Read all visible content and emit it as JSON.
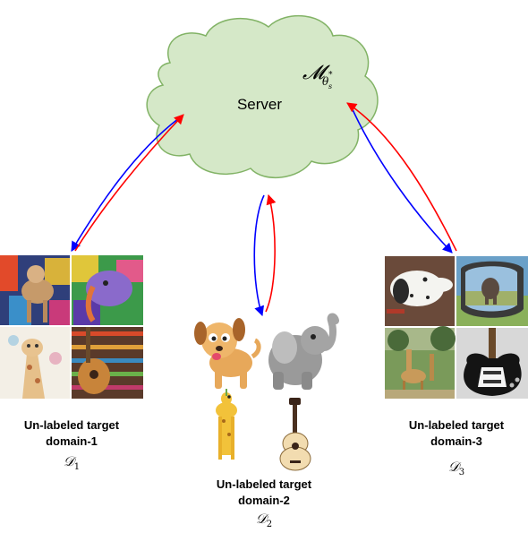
{
  "server": {
    "label": "Server",
    "model_symbol": "𝓜",
    "model_subscript": "θ",
    "model_sub_sub": "s",
    "model_sup": "*"
  },
  "domains": [
    {
      "caption_line1": "Un-labeled target",
      "caption_line2": "domain-1",
      "symbol": "𝒟",
      "index": "1",
      "images": [
        "dog-painting",
        "elephant-painting",
        "giraffe-painting",
        "guitar-painting"
      ]
    },
    {
      "caption_line1": "Un-labeled target",
      "caption_line2": "domain-2",
      "symbol": "𝒟",
      "index": "2",
      "images": [
        "dog-cartoon",
        "elephant-cartoon",
        "giraffe-cartoon",
        "guitar-cartoon"
      ]
    },
    {
      "caption_line1": "Un-labeled target",
      "caption_line2": "domain-3",
      "symbol": "𝒟",
      "index": "3",
      "images": [
        "dog-photo",
        "elephant-photo",
        "giraffe-photo",
        "guitar-photo"
      ]
    }
  ],
  "colors": {
    "cloud_fill": "#d5e8c8",
    "cloud_stroke": "#82b366",
    "arrow_down": "#0000ff",
    "arrow_up": "#ff0000"
  }
}
